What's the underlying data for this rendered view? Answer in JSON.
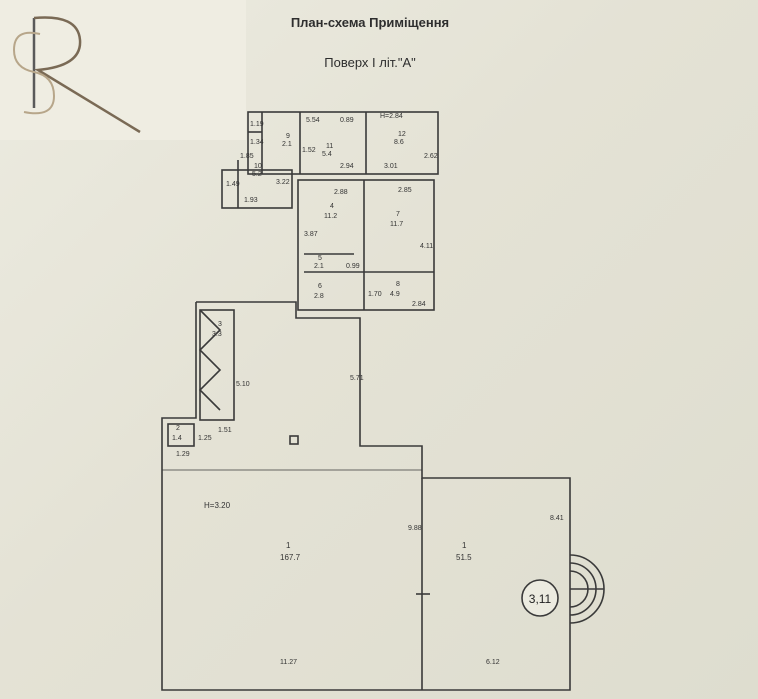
{
  "header": {
    "title": "План-схема Приміщення",
    "subtitle": "Поверх І літ.\"А\""
  },
  "logo": {
    "letters": "SR",
    "color": "#7a6a55"
  },
  "plan": {
    "rooms": [
      {
        "num": "1",
        "area": "167.7"
      },
      {
        "num": "1",
        "area": "51.5"
      },
      {
        "num": "2",
        "area": "1.4"
      },
      {
        "num": "3",
        "area": "3.3"
      },
      {
        "num": "4",
        "area": "11.2"
      },
      {
        "num": "5",
        "area": "2.1"
      },
      {
        "num": "6",
        "area": "2.8"
      },
      {
        "num": "7",
        "area": "11.7"
      },
      {
        "num": "8",
        "area": "4.9"
      },
      {
        "num": "9",
        "area": "2.1"
      },
      {
        "num": "10",
        "area": "5.2"
      },
      {
        "num": "11",
        "area": "5.4"
      },
      {
        "num": "12",
        "area": "8.6"
      }
    ],
    "heights": {
      "upper": "H=2.84",
      "main": "H=3.20"
    },
    "dimensions": {
      "d554": "5.54",
      "d089": "0.89",
      "d119": "1.19",
      "d134": "1.34",
      "d152": "1.52",
      "d294": "2.94",
      "d301": "3.01",
      "d262": "2.62",
      "d185": "1.85",
      "d149": "1.49",
      "d322": "3.22",
      "d193": "1.93",
      "d288": "2.88",
      "d285": "2.85",
      "d387": "3.87",
      "d411": "4.11",
      "d099": "0.99",
      "d170": "1.70",
      "d284": "2.84",
      "d510": "5.10",
      "d571": "5.71",
      "d151": "1.51",
      "d125": "1.25",
      "d129": "1.29",
      "d988": "9.88",
      "d841": "8.41",
      "d1127": "11.27",
      "d612": "6.12"
    },
    "entrance_height": "3,11"
  }
}
